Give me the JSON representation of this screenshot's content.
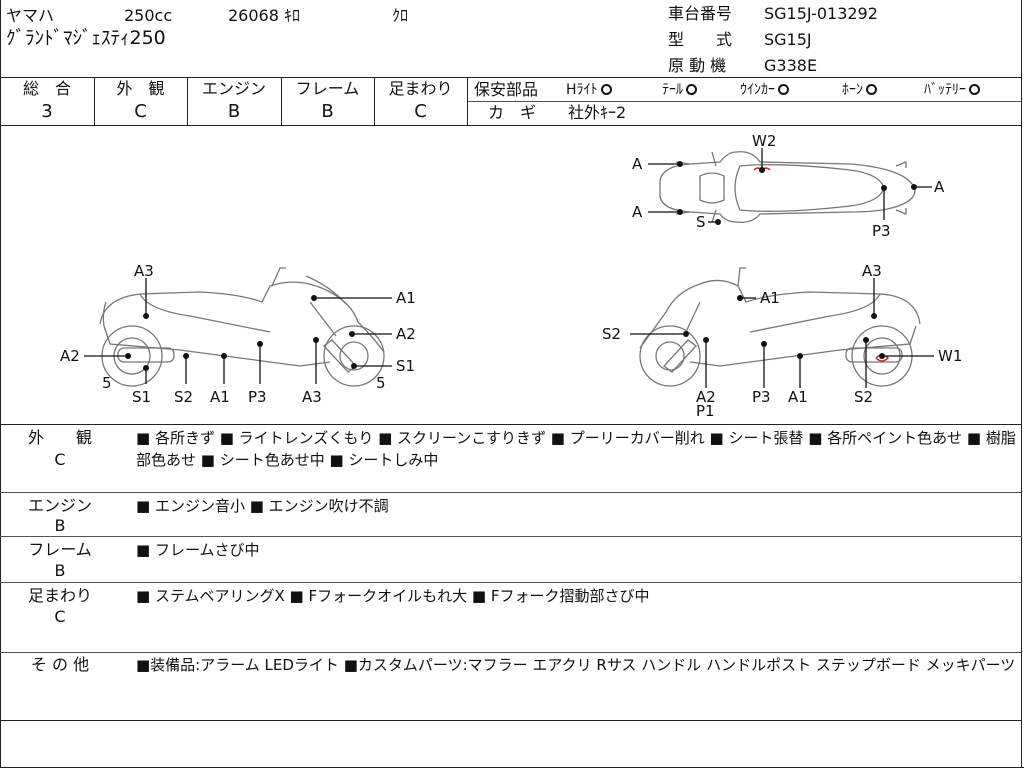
{
  "header": {
    "maker": "ヤマハ",
    "displacement": "250cc",
    "mileage": "26068 ｷﾛ",
    "color": "ｸﾛ",
    "model_name": "ｸﾞﾗﾝﾄﾞﾏｼﾞｪｽﾃｨ250",
    "frame_label": "車台番号",
    "frame_value": "SG15J-013292",
    "type_label": "型　　式",
    "type_value": "SG15J",
    "engine_label": "原 動 機",
    "engine_value": "G338E"
  },
  "grades": [
    {
      "label": "総　合",
      "value": "3"
    },
    {
      "label": "外　観",
      "value": "C"
    },
    {
      "label": "エンジン",
      "value": "B"
    },
    {
      "label": "フレーム",
      "value": "B"
    },
    {
      "label": "足まわり",
      "value": "C"
    }
  ],
  "safety": {
    "title": "保安部品",
    "items": [
      {
        "label": "Hﾗｲﾄ",
        "mark": "O"
      },
      {
        "label": "ﾃｰﾙ",
        "mark": "O"
      },
      {
        "label": "ｳｲﾝｶｰ",
        "mark": "O"
      },
      {
        "label": "ﾎｰﾝ",
        "mark": "O"
      },
      {
        "label": "ﾊﾞｯﾃﾘｰ",
        "mark": "O"
      }
    ],
    "key_label": "カ　ギ",
    "key_value": "社外ｷｰ2"
  },
  "diagram": {
    "top_view": [
      "A",
      "A",
      "W2",
      "A",
      "S",
      "P3"
    ],
    "left_view": [
      "A3",
      "A1",
      "A2",
      "A2",
      "S1",
      "5",
      "5",
      "S1",
      "S2",
      "A1",
      "P3",
      "A3"
    ],
    "right_view": [
      "A3",
      "A1",
      "S2",
      "W1",
      "A2",
      "P1",
      "P3",
      "A1",
      "S2"
    ]
  },
  "notes": [
    {
      "title": "外　　観",
      "grade": "C",
      "text": "■ 各所きず ■ ライトレンズくもり ■ スクリーンこすりきず ■ プーリーカバー削れ ■ シート張替 ■ 各所ペイント色あせ ■ 樹脂部色あせ ■ シート色あせ中 ■ シートしみ中"
    },
    {
      "title": "エンジン",
      "grade": "B",
      "text": "■ エンジン音小 ■ エンジン吹け不調"
    },
    {
      "title": "フレーム",
      "grade": "B",
      "text": "■ フレームさび中"
    },
    {
      "title": "足まわり",
      "grade": "C",
      "text": "■ ステムベアリングX ■ Fフォークオイルもれ大 ■ Fフォーク摺動部さび中"
    },
    {
      "title": "そ の 他",
      "grade": "",
      "text": "■装備品:アラーム LEDライト ■カスタムパーツ:マフラー エアクリ Rサス ハンドル ハンドルポスト ステップボード メッキパーツ"
    }
  ],
  "colors": {
    "line": "#222222",
    "sketch": "#777777",
    "damage": "#cc2222"
  }
}
